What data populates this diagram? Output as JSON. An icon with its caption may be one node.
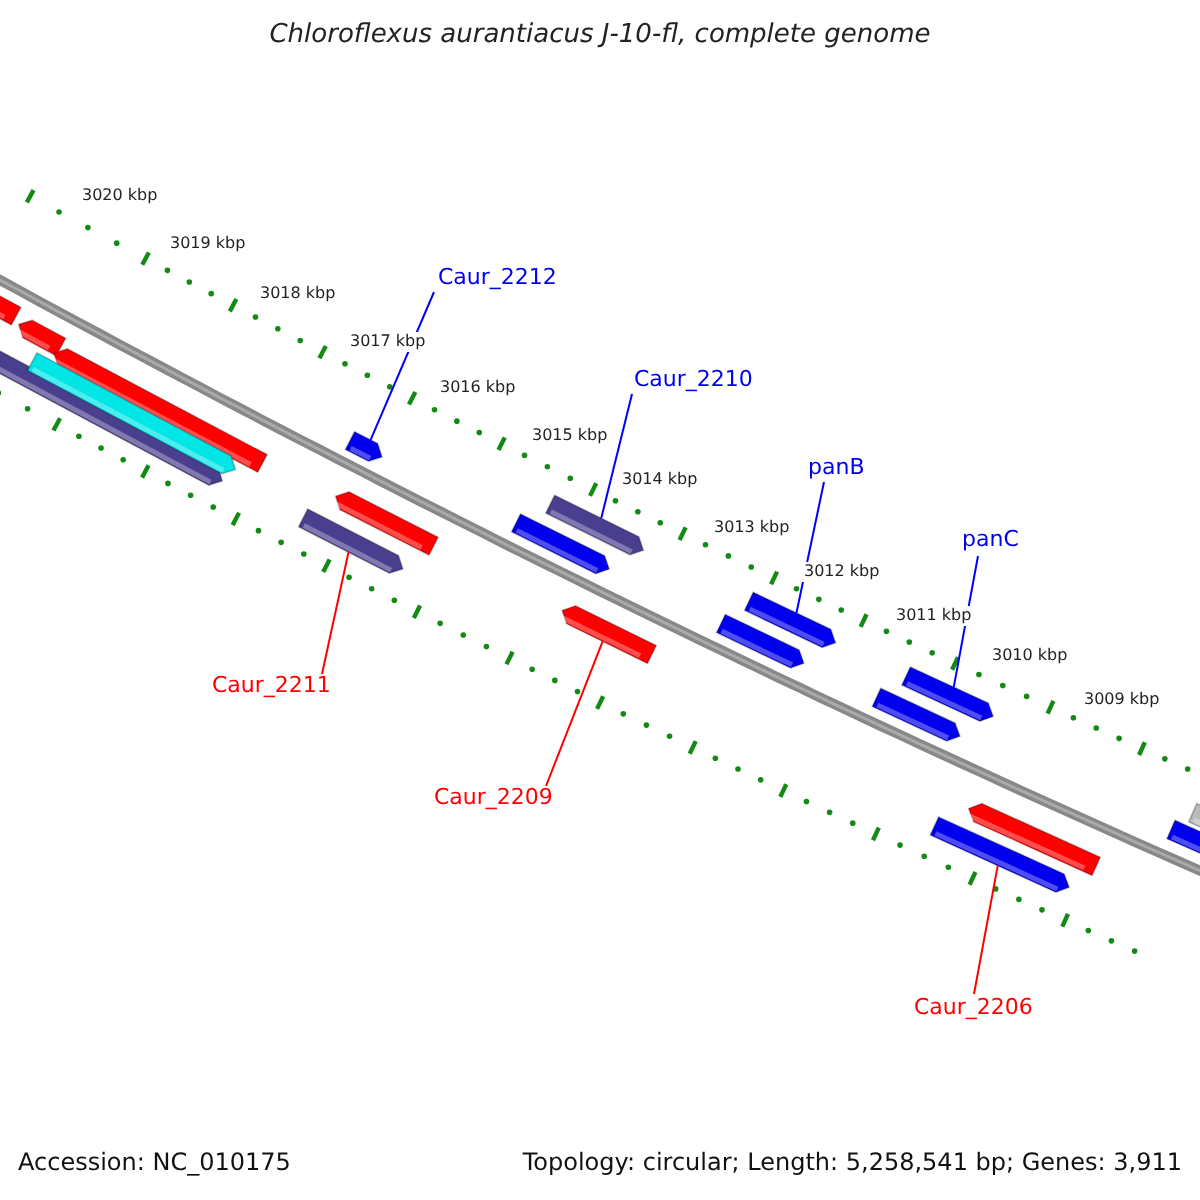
{
  "diagram": {
    "title": "Chloroflexus aurantiacus J-10-fl, complete genome",
    "nodes": [
      {
        "text": [
          "Caur_2212"
        ]
      },
      {
        "text": [],
        "shape": "bar"
      },
      {
        "text": [
          "Caur_2210"
        ]
      },
      {
        "text": [],
        "shape": "bar"
      },
      {
        "text": [
          "panB"
        ]
      },
      {
        "text": [],
        "shape": "bar"
      },
      {
        "text": [
          "panC"
        ]
      },
      {
        "text": [],
        "shape": "bar"
      },
      {
        "text": [
          "Caur_2211"
        ]
      },
      {
        "text": [],
        "shape": "bar"
      },
      {
        "text": [
          "Caur_2209"
        ]
      },
      {
        "text": [],
        "shape": "bar"
      },
      {
        "text": [
          "Caur_2206"
        ]
      },
      {
        "text": [],
        "shape": "bar"
      }
    ],
    "edges": [
      {
        "from": 0,
        "to": 1,
        "arrow": "none"
      },
      {
        "from": 2,
        "to": 3,
        "arrow": "none"
      },
      {
        "from": 4,
        "to": 5,
        "arrow": "none"
      },
      {
        "from": 6,
        "to": 7,
        "arrow": "none"
      },
      {
        "from": 8,
        "to": 9,
        "arrow": "none",
        "color": "#ff0000"
      },
      {
        "from": 10,
        "to": 11,
        "arrow": "none",
        "color": "#ff0000"
      },
      {
        "from": 12,
        "to": 13,
        "arrow": "none",
        "color": "#ff0000"
      }
    ],
    "labels": [
      "3020 kbp",
      "3019 kbp",
      "3018 kbp",
      "3017 kbp",
      "3016 kbp",
      "3015 kbp",
      "3014 kbp",
      "3013 kbp",
      "3012 kbp",
      "3011 kbp",
      "3010 kbp",
      "3009 kbp",
      "Accession: NC_010175",
      "Topology: circular; Length: 5,258,541 bp; Genes: 3,911"
    ]
  }
}
